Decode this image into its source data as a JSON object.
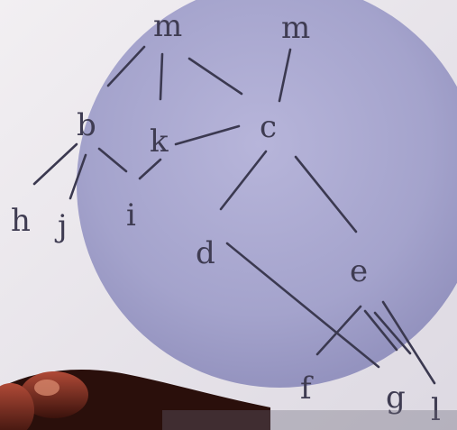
{
  "photo": {
    "subject": "hand-drawn tree on paper with a blue circle",
    "colors": {
      "paper": "#ece9ef",
      "circle": "#a9a8cf",
      "ink": "#3b3950",
      "finger": "#7a2e22"
    }
  },
  "nodes": {
    "m_left": "m",
    "m_right": "m",
    "b": "b",
    "k": "k",
    "c": "c",
    "h": "h",
    "j": "j",
    "i": "i",
    "d": "d",
    "e": "e",
    "f": "f",
    "g": "g",
    "l": "l"
  }
}
